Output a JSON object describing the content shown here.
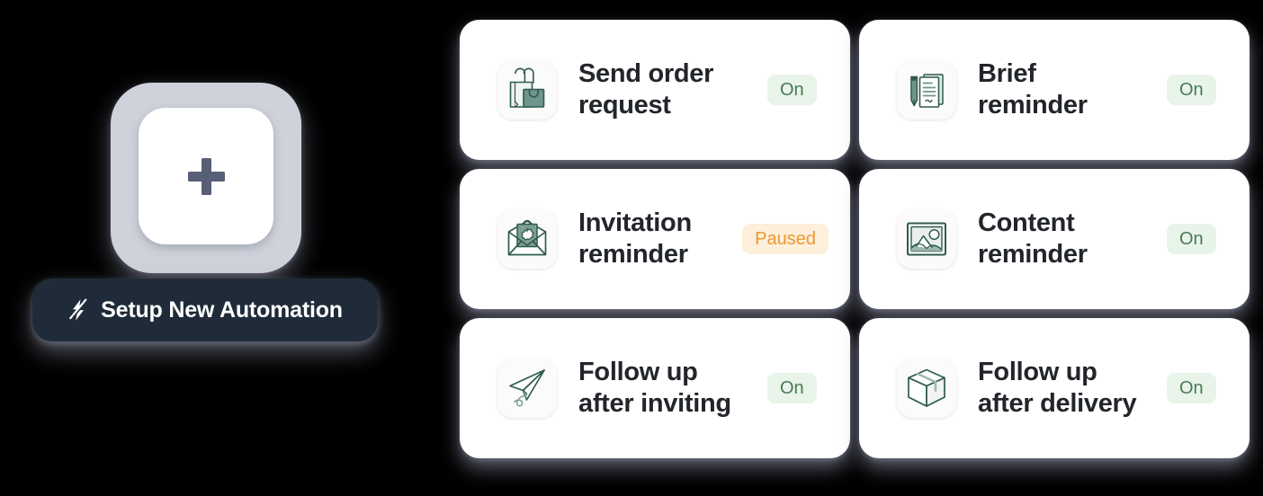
{
  "background_color": "#000000",
  "left_panel": {
    "add_tile": {
      "icon": "plus-icon",
      "aria_label": "Add automation"
    },
    "setup_button": {
      "icon": "lightning-bolt-icon",
      "label": "Setup New Automation",
      "background_color": "#1f2b38",
      "text_color": "#ffffff"
    }
  },
  "colors": {
    "card_background": "#ffffff",
    "icon_tile_background": "#fbfbfa",
    "icon_stroke": "#2f5b4e",
    "icon_fill": "#7e9e96",
    "title_text": "#22252a",
    "status_on_background": "#e8f4e9",
    "status_on_text": "#4a7a53",
    "status_paused_background": "#fdefda",
    "status_paused_text": "#f0962f",
    "plus_icon": "#586078"
  },
  "cards": [
    {
      "id": "send-order-request",
      "icon": "shopping-bags-icon",
      "title_line1": "Send order",
      "title_line2": "request",
      "status": "On",
      "status_type": "on"
    },
    {
      "id": "brief-reminder",
      "icon": "document-pen-icon",
      "title_line1": "Brief",
      "title_line2": "reminder",
      "status": "On",
      "status_type": "on"
    },
    {
      "id": "invitation-reminder",
      "icon": "envelope-seal-icon",
      "title_line1": "Invitation",
      "title_line2": "reminder",
      "status": "Paused",
      "status_type": "paused"
    },
    {
      "id": "content-reminder",
      "icon": "photo-icon",
      "title_line1": "Content",
      "title_line2": "reminder",
      "status": "On",
      "status_type": "on"
    },
    {
      "id": "follow-up-after-inviting",
      "icon": "paper-plane-icon",
      "title_line1": "Follow up",
      "title_line2": "after inviting",
      "status": "On",
      "status_type": "on"
    },
    {
      "id": "follow-up-after-delivery",
      "icon": "package-box-icon",
      "title_line1": "Follow up",
      "title_line2": "after delivery",
      "status": "On",
      "status_type": "on"
    }
  ]
}
